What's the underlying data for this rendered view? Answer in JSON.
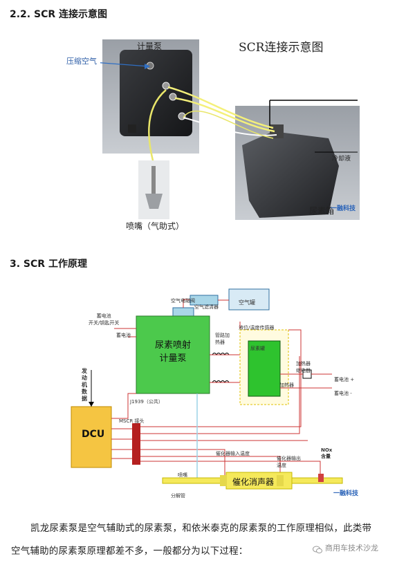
{
  "section1": {
    "heading": "2.2. SCR 连接示意图",
    "title": "SCR连接示意图",
    "labels": {
      "metering_pump": "计量泵",
      "compressed_air": "压缩空气",
      "coolant": "冷却液",
      "urea_tank": "尿素箱",
      "nozzle": "喷嘴（气助式）"
    }
  },
  "section2": {
    "heading": "3. SCR 工作原理",
    "labels": {
      "air_solenoid": "空气电磁阀",
      "air_filter": "空气滤清器",
      "air_tank": "空气罐",
      "battery_key_switch": "蓄电池\n开关/钥匙开关",
      "battery1": "蓄电池",
      "pump_block": "尿素喷射\n计量泵",
      "pipe_heater": "管路加\n热器",
      "level_temp_sensor": "液位/温度传感器",
      "urea_tank": "尿素罐",
      "heater_relay": "加热器\n继电器",
      "heater": "加热器",
      "battery_pos": "蓄电池 +",
      "battery_neg": "蓄电池 -",
      "engine_data": "发\n动\n机\n数\n据",
      "dcu": "DCU",
      "j1939": "J1939（公共）",
      "mscr": "MSCR 接头",
      "cat_in_temp": "催化器输入温度",
      "cat_out_temp": "催化器输出\n温度",
      "nox": "NOx\n含量",
      "nozzle": "喷嘴",
      "decomp_tube": "分解管",
      "catalytic_muffler": "催化消声器"
    }
  },
  "paragraph": "凯龙尿素泵是空气辅助式的尿素泵，和依米泰克的尿素泵的工作原理相似，此类带空气辅助的尿素泵原理都差不多，一般都分为以下过程：",
  "paragraph_line1": "凯龙尿素泵是空气辅助式的尿素泵，和依米泰克的尿素泵的工作原理相似，此类带",
  "paragraph_line2": "空气辅助的尿素泵原理都差不多，一般都分为以下过程：",
  "watermark": {
    "logo_text": "一融科技",
    "wechat_text": "商用车技术沙龙"
  }
}
